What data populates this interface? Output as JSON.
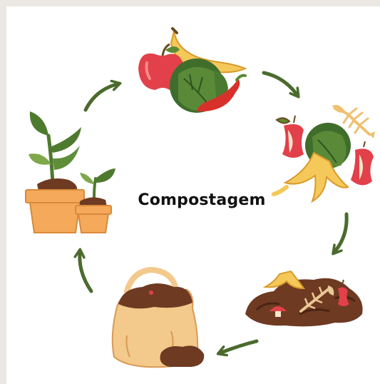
{
  "title": "Compostagem",
  "colors": {
    "background": "#ebe8e4",
    "card": "#ffffff",
    "arrow": "#4b6b2e",
    "leaf_dark": "#4e7a2e",
    "leaf_light": "#7ea84a",
    "apple_red": "#e2404a",
    "banana_yellow": "#f5c85a",
    "pot_orange": "#f4a95b",
    "soil_brown": "#6e3a22",
    "bag_tan": "#f3c98c"
  },
  "stages": [
    {
      "id": "fresh-food-scraps",
      "icons": [
        "apple-icon",
        "banana-icon",
        "cabbage-icon",
        "chili-pepper-icon"
      ]
    },
    {
      "id": "food-waste",
      "icons": [
        "apple-core-icon",
        "fish-bone-icon",
        "banana-peel-icon",
        "cabbage-icon"
      ]
    },
    {
      "id": "decomposing-pile",
      "icons": [
        "compost-pile-icon",
        "mushroom-icon",
        "fish-bone-icon"
      ]
    },
    {
      "id": "compost-bag",
      "icons": [
        "sack-icon",
        "soil-icon"
      ]
    },
    {
      "id": "growing-plants",
      "icons": [
        "plant-pot-icon",
        "seedling-icon"
      ]
    }
  ]
}
